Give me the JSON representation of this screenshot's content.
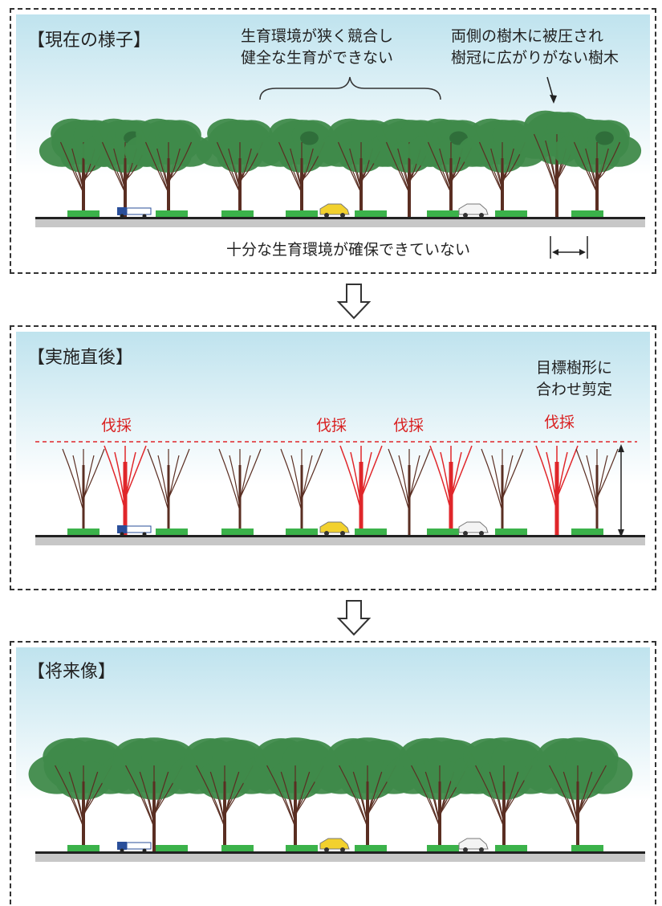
{
  "panel_current": {
    "title": "【現在の様子】",
    "note_competition_line1": "生育環境が狭く競合し",
    "note_competition_line2": "健全な生育ができない",
    "note_pressure_line1": "両側の樹木に被圧され",
    "note_pressure_line2": "樹冠に広がりがない樹木",
    "note_space": "十分な生育環境が確保できていない"
  },
  "panel_after": {
    "title": "【実施直後】",
    "note_target_line1": "目標樹形に",
    "note_target_line2": "合わせ剪定",
    "felling_labels": [
      "伐採",
      "伐採",
      "伐採",
      "伐採"
    ]
  },
  "panel_future": {
    "title": "【将来像】"
  },
  "colors": {
    "foliage": "#3f8a4a",
    "foliage_dark": "#2f6e3a",
    "trunk": "#5a2e22",
    "felled": "#e0262a",
    "planter": "#3bb24a",
    "ground": "#c7c7c7",
    "sky": "#bfe3ee",
    "dashed_line": "#e0262a"
  },
  "icons": [
    "down-arrow-icon",
    "truck-icon",
    "yellow-car-icon",
    "white-car-icon",
    "width-arrow-icon",
    "height-arrow-icon"
  ]
}
